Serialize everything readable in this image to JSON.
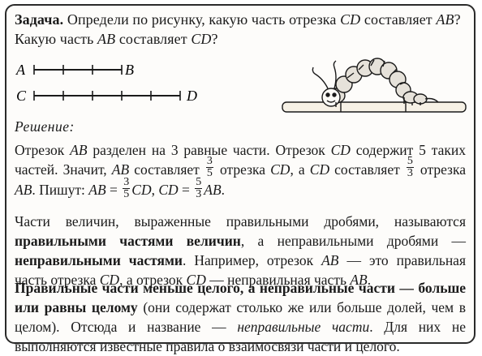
{
  "task": {
    "label": "Задача.",
    "text_1": " Определи по рисунку, какую часть отрезка ",
    "cd": "CD",
    "text_2": " составляет ",
    "ab": "AB",
    "text_3": "? Какую часть ",
    "ab2": "AB",
    "text_4": " составляет ",
    "cd2": "CD",
    "text_5": "?"
  },
  "diagram": {
    "labels": {
      "a": "A",
      "b": "B",
      "c": "C",
      "d": "D"
    },
    "ab_parts": 3,
    "cd_parts": 5
  },
  "solution_label": "Решение:",
  "p1": {
    "t1": "Отрезок ",
    "ab": "AB",
    "t2": " разделен на 3 равные части. Отрезок ",
    "cd": "CD",
    "t3": " содержит 5 таких частей. Значит, ",
    "ab2": "AB",
    "t4": " составляет ",
    "f1_num": "3",
    "f1_den": "5",
    "t5": " отрезка ",
    "cd2": "CD",
    "t6": ", а ",
    "cd3": "CD",
    "t7": " составляет ",
    "f2_num": "5",
    "f2_den": "3",
    "t8": " отрезка ",
    "ab3": "AB",
    "t9": ". Пишут: ",
    "ab4": "AB",
    "eq1": " = ",
    "f3_num": "3",
    "f3_den": "5",
    "cd4": "CD",
    "t10": ", ",
    "cd5": "CD",
    "eq2": " = ",
    "f4_num": "5",
    "f4_den": "3",
    "ab5": "AB",
    "t11": "."
  },
  "p2": {
    "t1": "Части величин, выраженные правильными дробями, называются ",
    "b1": "правильными частями величин",
    "t2": ", а неправильными дробями — ",
    "b2": "неправильными частями",
    "t3": ". Например, отрезок ",
    "ab": "AB",
    "t4": " — это правильная часть отрезка ",
    "cd": "CD",
    "t5": ", а отрезок ",
    "cd2": "CD",
    "t6": " — неправильная часть ",
    "ab2": "AB",
    "t7": "."
  },
  "p3": {
    "b1": "Правильные части меньше целого, а неправильные части — больше или равны целому",
    "t1": " (они содержат столько же или больше долей, чем в целом). Отсюда и название — ",
    "i1": "неправильные части",
    "t2": ". Для них не выполняются известные правила о взаимосвязи части и целого."
  },
  "colors": {
    "band": "#f3e6d3",
    "text": "#1a1a1a",
    "border": "#2a2a2a"
  }
}
